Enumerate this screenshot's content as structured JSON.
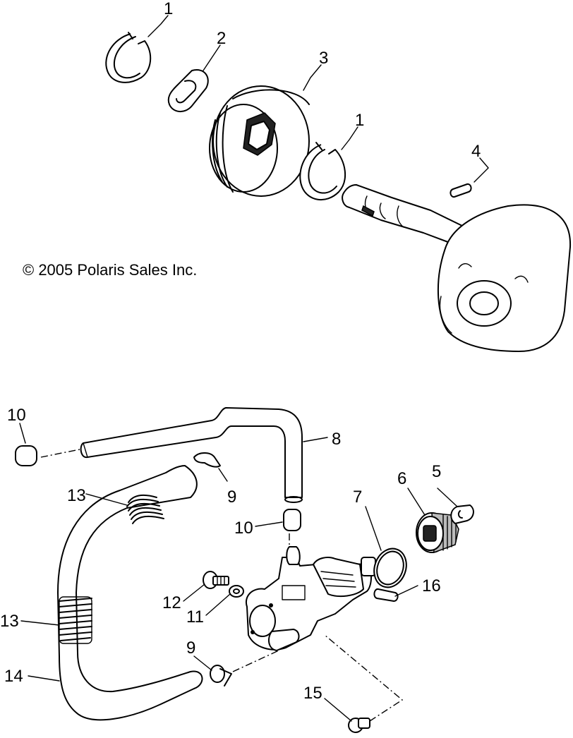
{
  "copyright": "© 2005 Polaris Sales Inc.",
  "callouts": {
    "c1_top": "1",
    "c2": "2",
    "c3": "3",
    "c1_mid": "1",
    "c4": "4",
    "c10_left": "10",
    "c8": "8",
    "c9_top": "9",
    "c13_top": "13",
    "c10_mid": "10",
    "c7": "7",
    "c6": "6",
    "c5": "5",
    "c16": "16",
    "c12": "12",
    "c11": "11",
    "c13_bottom": "13",
    "c9_bottom": "9",
    "c14": "14",
    "c15": "15"
  }
}
